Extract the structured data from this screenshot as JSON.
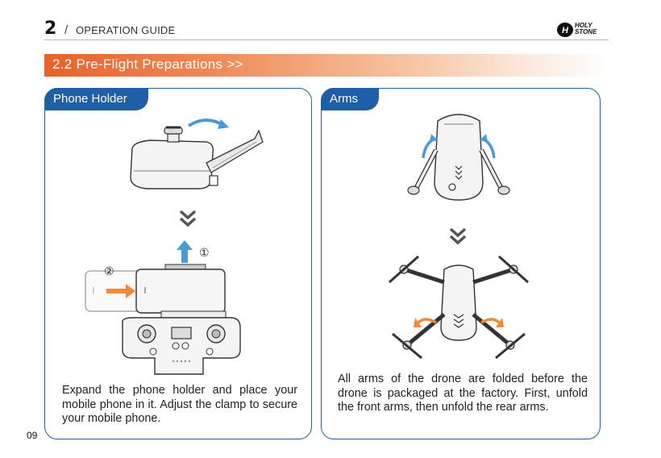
{
  "header": {
    "chapter_number": "2",
    "slash": "/",
    "guide_label": "OPERATION GUIDE",
    "logo_text_line1": "HOLY",
    "logo_text_line2": "STONE"
  },
  "section": {
    "title": "2.2  Pre-Flight Preparations  >>"
  },
  "panels": {
    "left": {
      "tab_label": "Phone Holder",
      "step1_label": "①",
      "step2_label": "②",
      "description": "Expand the phone holder and place your mobile phone in it. Adjust the clamp to secure your mobile phone."
    },
    "right": {
      "tab_label": "Arms",
      "description": "All arms of the drone are folded before the drone is packaged at the factory. First, unfold the front arms, then unfold the rear arms."
    }
  },
  "footer": {
    "page_number": "09"
  },
  "colors": {
    "accent_blue": "#1f5fa8",
    "title_orange": "#e8612a",
    "arrow_orange": "#f08a3a",
    "arrow_blue": "#4a9ad8"
  }
}
